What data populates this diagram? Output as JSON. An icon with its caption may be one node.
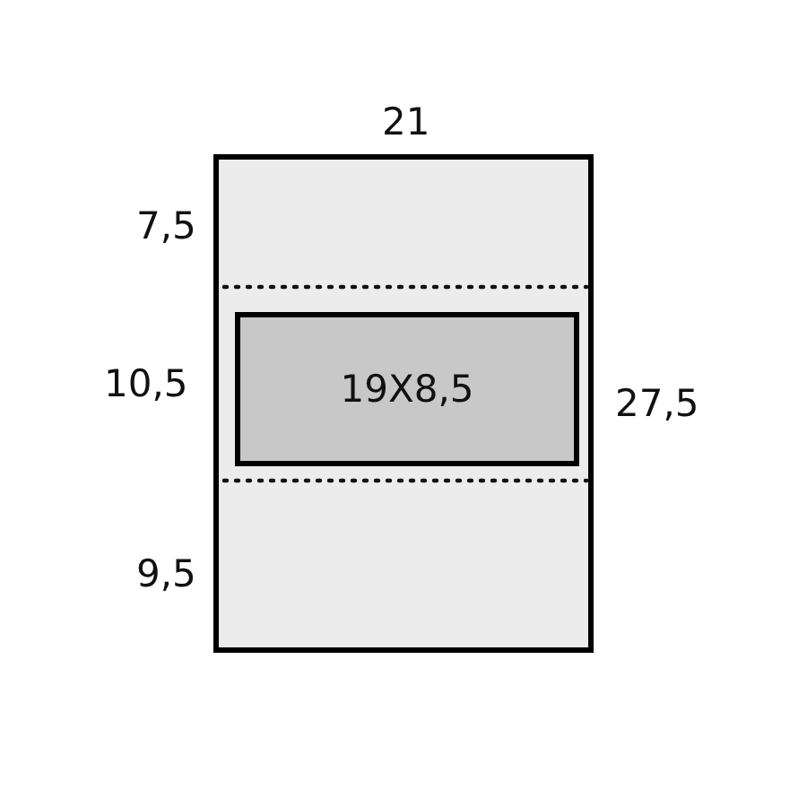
{
  "diagram": {
    "nodes": [
      {
        "text": [],
        "shape": "box"
      },
      {
        "text": [
          "19X8,5"
        ],
        "in": 0
      }
    ],
    "labels": [
      "21",
      "7,5",
      "10,5",
      "27,5",
      "9,5"
    ]
  }
}
